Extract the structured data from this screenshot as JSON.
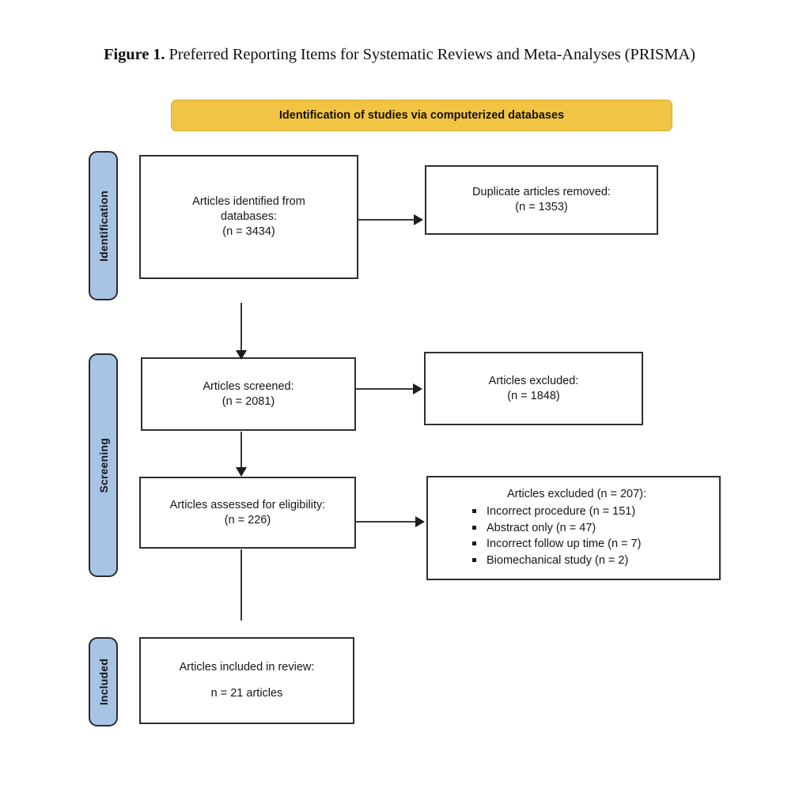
{
  "figure": {
    "label": "Figure 1.",
    "caption": "Preferred Reporting Items for Systematic Reviews and Meta-Analyses (PRISMA)"
  },
  "banner": {
    "text": "Identification of studies via computerized databases",
    "fill_color": "#f2c444"
  },
  "colors": {
    "stage_pill_fill": "#a8c4e4",
    "box_border": "#2f2f2f",
    "connector": "#3a3a3a",
    "text": "#161616"
  },
  "stages": [
    {
      "key": "identification",
      "label": "Identification"
    },
    {
      "key": "screening",
      "label": "Screening"
    },
    {
      "key": "included",
      "label": "Included"
    }
  ],
  "boxes": {
    "identified": {
      "line1": "Articles identified from",
      "line2": "databases:",
      "line3": "(n = 3434)",
      "n": 3434
    },
    "duplicates_removed": {
      "line1": "Duplicate articles removed:",
      "line2": "(n = 1353)",
      "n": 1353
    },
    "screened": {
      "line1": "Articles screened:",
      "line2": "(n = 2081)",
      "n": 2081
    },
    "excluded_screening": {
      "line1": "Articles excluded:",
      "line2": "(n = 1848)",
      "n": 1848
    },
    "eligibility": {
      "line1": "Articles assessed for eligibility:",
      "line2": "(n = 226)",
      "n": 226
    },
    "excluded_eligibility": {
      "heading": "Articles excluded (n = 207):",
      "n": 207,
      "reasons": [
        {
          "label": "Incorrect procedure (n = 151)",
          "n": 151
        },
        {
          "label": "Abstract only (n = 47)",
          "n": 47
        },
        {
          "label": "Incorrect follow up time (n = 7)",
          "n": 7
        },
        {
          "label": "Biomechanical study (n = 2)",
          "n": 2
        }
      ]
    },
    "included": {
      "line1": "Articles included in review:",
      "line2": "n = 21 articles",
      "n": 21
    }
  },
  "chart_data": {
    "type": "diagram",
    "title": "Preferred Reporting Items for Systematic Reviews and Meta-Analyses (PRISMA)",
    "nodes": [
      {
        "id": "identified",
        "stage": "Identification",
        "text": "Articles identified from databases:",
        "n": 3434
      },
      {
        "id": "duplicates_removed",
        "stage": "Identification",
        "text": "Duplicate articles removed:",
        "n": 1353
      },
      {
        "id": "screened",
        "stage": "Screening",
        "text": "Articles screened:",
        "n": 2081
      },
      {
        "id": "excluded_screening",
        "stage": "Screening",
        "text": "Articles excluded:",
        "n": 1848
      },
      {
        "id": "eligibility",
        "stage": "Screening",
        "text": "Articles assessed for eligibility:",
        "n": 226
      },
      {
        "id": "excluded_eligibility",
        "stage": "Screening",
        "text": "Articles excluded:",
        "n": 207
      },
      {
        "id": "included",
        "stage": "Included",
        "text": "Articles included in review:",
        "n": 21
      }
    ],
    "edges": [
      {
        "from": "identified",
        "to": "duplicates_removed",
        "arrow": true
      },
      {
        "from": "identified",
        "to": "screened",
        "arrow": true
      },
      {
        "from": "screened",
        "to": "excluded_screening",
        "arrow": true
      },
      {
        "from": "screened",
        "to": "eligibility",
        "arrow": true
      },
      {
        "from": "eligibility",
        "to": "excluded_eligibility",
        "arrow": true
      },
      {
        "from": "eligibility",
        "to": "included",
        "arrow": false
      }
    ]
  }
}
